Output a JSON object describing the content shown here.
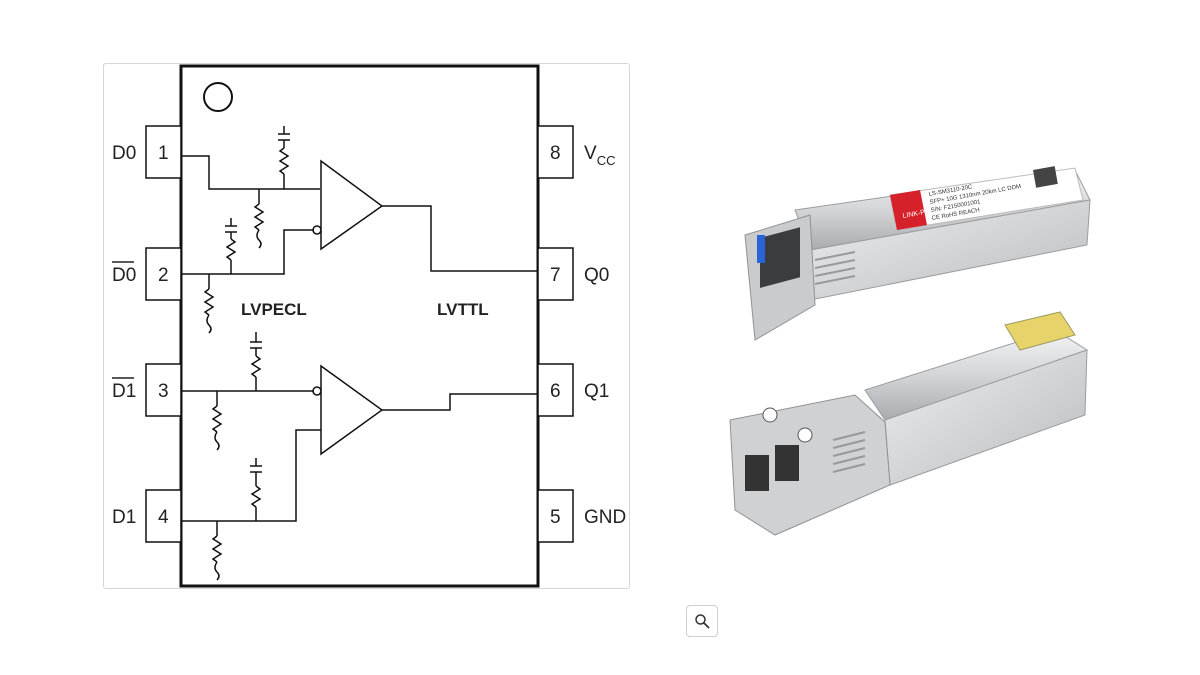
{
  "pins_left": [
    {
      "num": "1",
      "label": "D0",
      "overline": false
    },
    {
      "num": "2",
      "label": "D0",
      "overline": true
    },
    {
      "num": "3",
      "label": "D1",
      "overline": true
    },
    {
      "num": "4",
      "label": "D1",
      "overline": false
    }
  ],
  "pins_right": [
    {
      "num": "8",
      "label": "V",
      "sub": "CC"
    },
    {
      "num": "7",
      "label": "Q0",
      "sub": ""
    },
    {
      "num": "6",
      "label": "Q1",
      "sub": ""
    },
    {
      "num": "5",
      "label": "GND",
      "sub": ""
    }
  ],
  "blocks": {
    "input_label": "LVPECL",
    "output_label": "LVTTL"
  },
  "modules": {
    "top_label_text": [
      "LS-SM3110-20C",
      "SFP+ 10G 1310nm 20km LC DDM",
      "S/N: F2150001001",
      "CE RoHS REACH"
    ],
    "brand": "LINK-PP",
    "brand_color": "#d6202a",
    "fiber_color": "#2a63d8"
  },
  "icons": {
    "zoom": "magnifier-icon"
  }
}
